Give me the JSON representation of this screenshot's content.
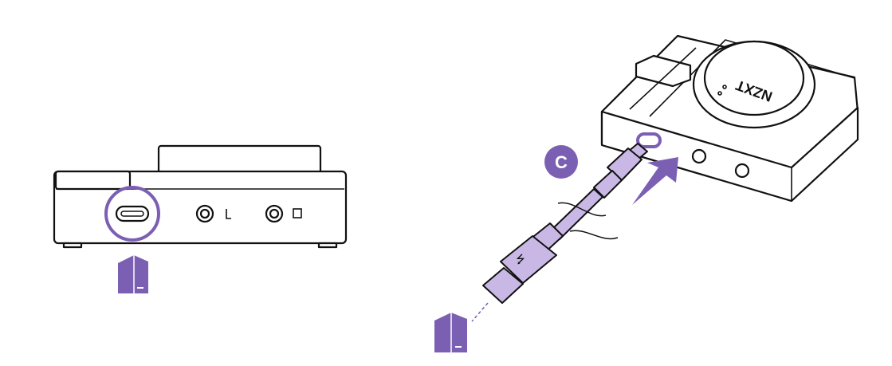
{
  "step_badge": {
    "label": "C"
  },
  "device_logo": "NZXT",
  "colors": {
    "accent": "#7b5fb3",
    "cable": "#c9b8e6",
    "outline": "#111111"
  },
  "icons": [
    "usb-c-port-highlight",
    "headphone-jack",
    "microphone-jack",
    "pc-tower",
    "usb-a-plug",
    "insert-arrow"
  ]
}
